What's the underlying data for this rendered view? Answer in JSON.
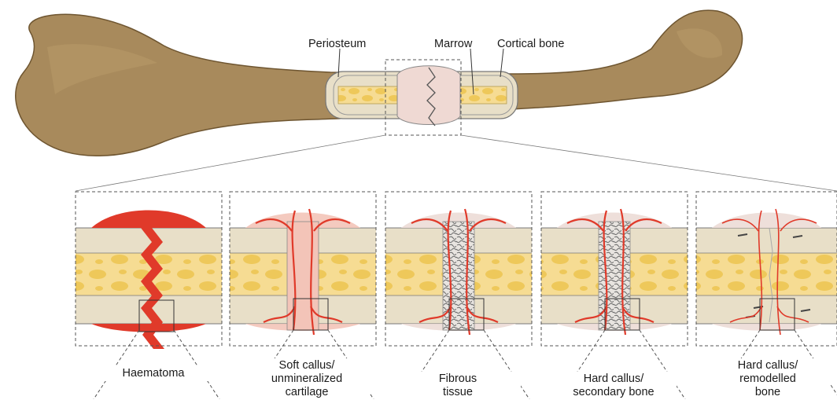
{
  "labels": {
    "periosteum": "Periosteum",
    "marrow": "Marrow",
    "cortical_bone": "Cortical bone"
  },
  "stages": [
    {
      "line1": "",
      "line2": "Haematoma"
    },
    {
      "line1": "Soft callus/",
      "line2": "unmineralized",
      "line3": "cartilage"
    },
    {
      "line1": "Fibrous",
      "line2": "tissue"
    },
    {
      "line1": "Hard callus/",
      "line2": "secondary bone"
    },
    {
      "line1": "Hard callus/",
      "line2": "remodelled",
      "line3": "bone"
    }
  ],
  "colors": {
    "bone_outer": "#a88a5c",
    "bone_cortex": "#e8dfc8",
    "marrow": "#f6dc93",
    "marrow_cells": "#eec85a",
    "blood": "#e03a2a",
    "callus_pink": "#f3c4b8",
    "frame": "#555555"
  }
}
